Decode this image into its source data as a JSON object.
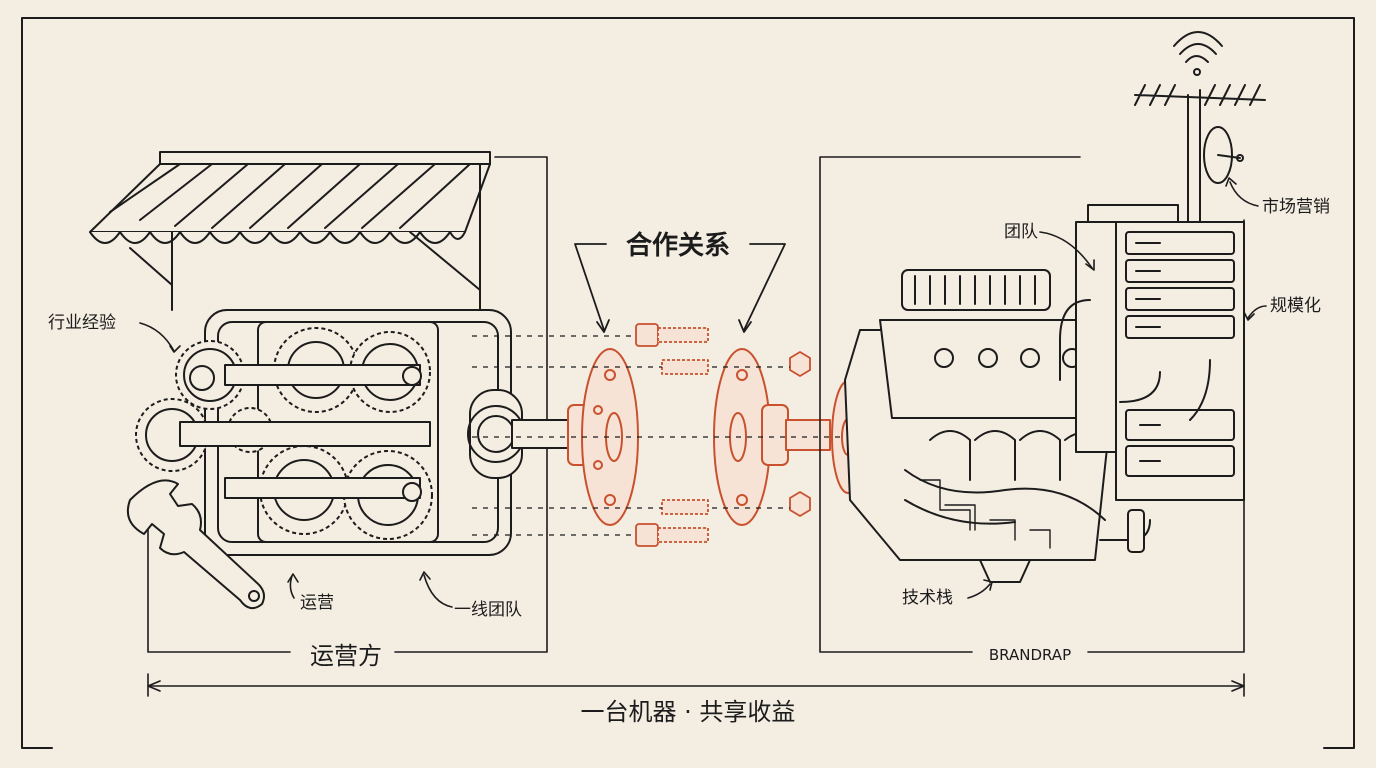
{
  "labels": {
    "partnership": "合作关系",
    "industry_experience": "行业经验",
    "operations": "运营",
    "frontline_team": "一线团队",
    "operator": "运营方",
    "team": "团队",
    "marketing": "市场营销",
    "scale": "规模化",
    "tech_stack": "技术栈",
    "brand": "BRANDRAP",
    "footer": "一台机器 · 共享收益"
  },
  "colors": {
    "ink": "#1c1c1c",
    "paper": "#f3ede2",
    "accent": "#c9512e"
  }
}
